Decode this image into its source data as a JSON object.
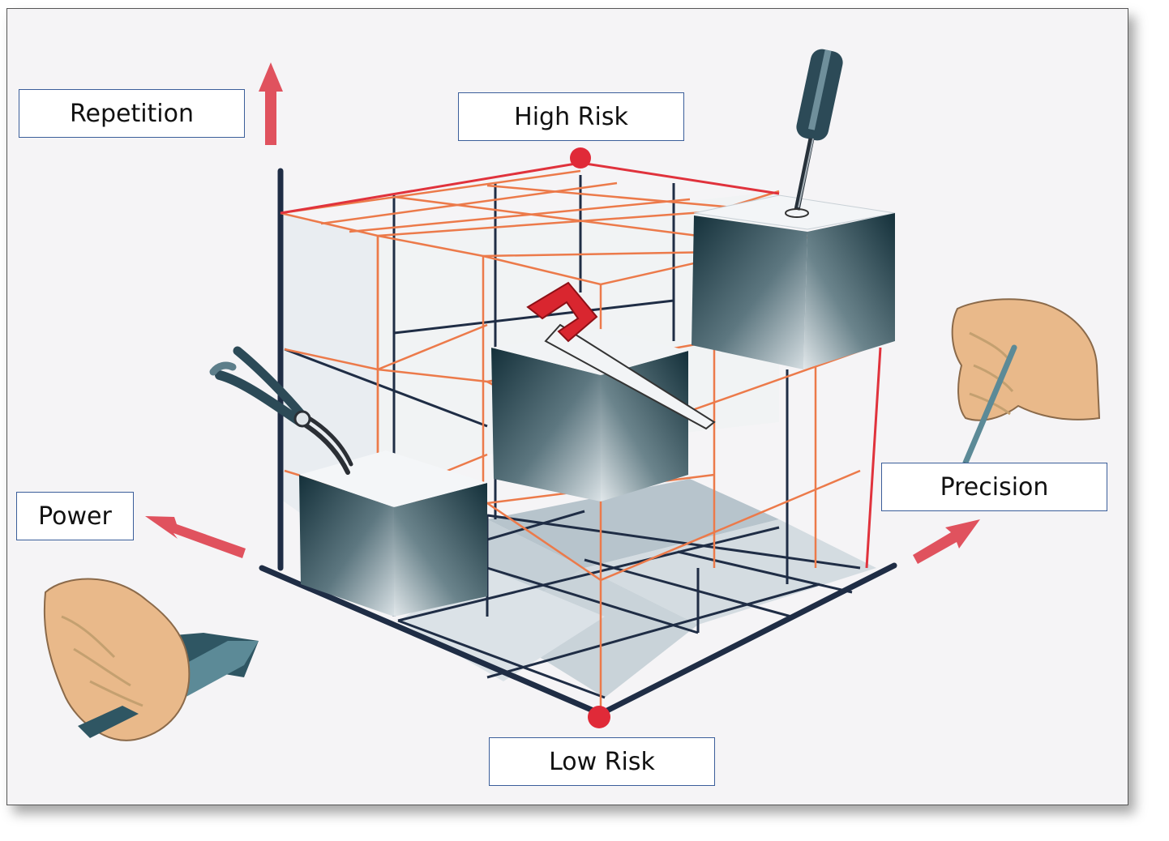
{
  "labels": {
    "repetition": "Repetition",
    "high_risk": "High Risk",
    "power": "Power",
    "precision": "Precision",
    "low_risk": "Low Risk"
  },
  "colors": {
    "grid_dark": "#1f2d45",
    "grid_orange": "#ec7a4a",
    "grid_red": "#e0323c",
    "arrow": "#e0525e",
    "label_border": "#3b5e9a",
    "cube_dark": "#1d3740"
  },
  "icons": [
    "screwdriver-icon",
    "saw-icon",
    "pliers-icon",
    "power-grip-hand-icon",
    "precision-grip-hand-icon"
  ]
}
